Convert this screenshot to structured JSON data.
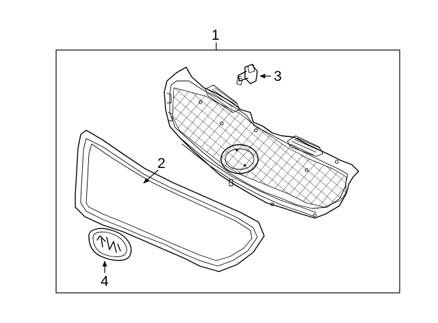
{
  "callouts": {
    "c1": "1",
    "c2": "2",
    "c3": "3",
    "c4": "4"
  },
  "parts": [
    {
      "callout": "1",
      "icon": "grille-assembly-icon"
    },
    {
      "callout": "2",
      "icon": "molding-frame-icon"
    },
    {
      "callout": "3",
      "icon": "screw-icon"
    },
    {
      "callout": "4",
      "icon": "emblem-icon"
    }
  ]
}
